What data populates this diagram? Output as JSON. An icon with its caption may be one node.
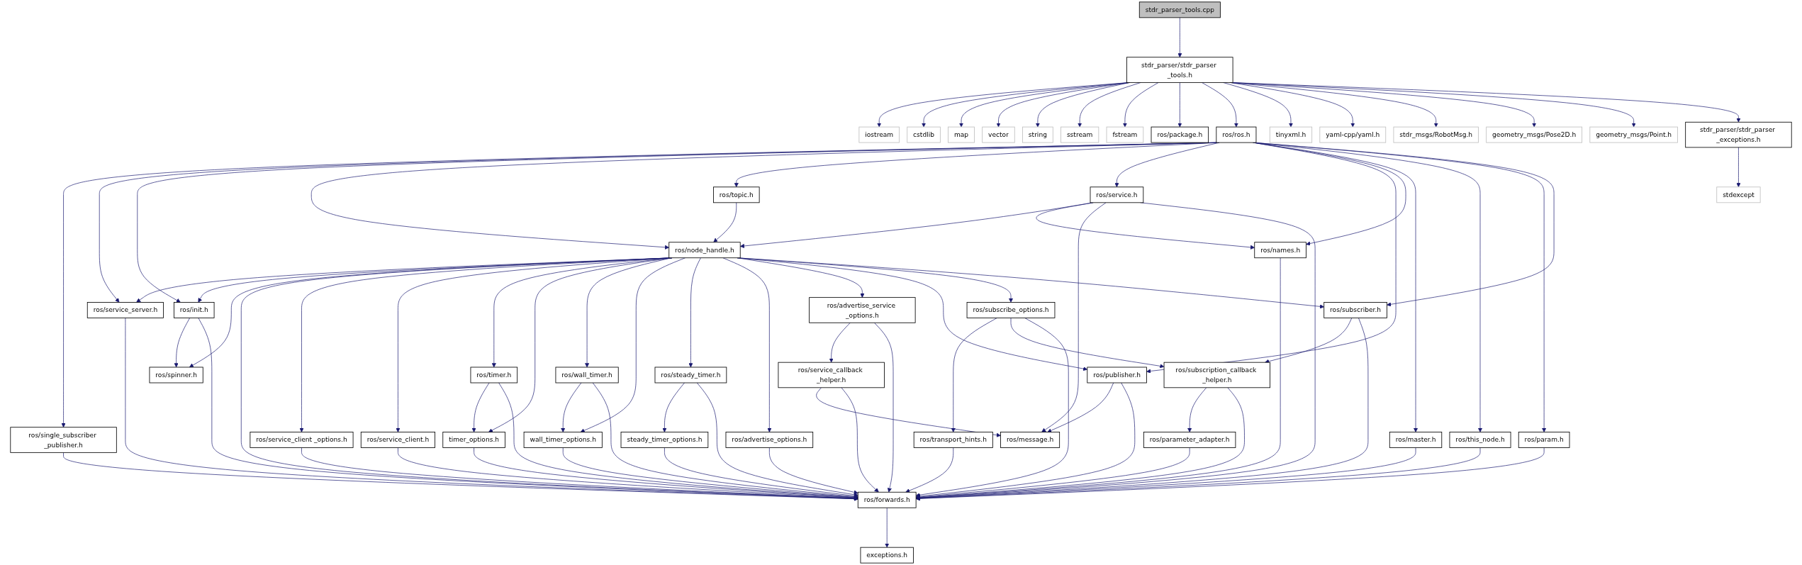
{
  "diagram": {
    "nodes": [
      {
        "text": [
          "stdr_parser_tools.cpp"
        ]
      },
      {
        "text": [
          "stdr_parser/stdr_parser _tools.h"
        ]
      },
      {
        "text": [
          "iostream"
        ]
      },
      {
        "text": [
          "cstdlib"
        ]
      },
      {
        "text": [
          "map"
        ]
      },
      {
        "text": [
          "vector"
        ]
      },
      {
        "text": [
          "string"
        ]
      },
      {
        "text": [
          "sstream"
        ]
      },
      {
        "text": [
          "fstream"
        ]
      },
      {
        "text": [
          "ros/package.h"
        ]
      },
      {
        "text": [
          "ros/ros.h"
        ]
      },
      {
        "text": [
          "tinyxml.h"
        ]
      },
      {
        "text": [
          "yaml-cpp/yaml.h"
        ]
      },
      {
        "text": [
          "stdr_msgs/RobotMsg.h"
        ]
      },
      {
        "text": [
          "geometry_msgs/Pose2D.h"
        ]
      },
      {
        "text": [
          "geometry_msgs/Point.h"
        ]
      },
      {
        "text": [
          "stdr_parser/stdr_parser _exceptions.h"
        ]
      },
      {
        "text": [
          "ros/topic.h"
        ]
      },
      {
        "text": [
          "ros/service.h"
        ]
      },
      {
        "text": [
          "ros/param.h"
        ]
      },
      {
        "text": [
          "stdexcept"
        ]
      },
      {
        "text": [
          "ros/single_subscriber _publisher.h"
        ]
      },
      {
        "text": [
          "ros/node_handle.h"
        ]
      },
      {
        "text": [
          "ros/names.h"
        ]
      },
      {
        "text": [
          "ros/master.h"
        ]
      },
      {
        "text": [
          "ros/this_node.h"
        ]
      },
      {
        "text": [
          "ros/service_server.h"
        ]
      },
      {
        "text": [
          "ros/init.h"
        ]
      },
      {
        "text": [
          "ros/timer.h"
        ]
      },
      {
        "text": [
          "ros/wall_timer.h"
        ]
      },
      {
        "text": [
          "ros/advertise_service _options.h"
        ]
      },
      {
        "text": [
          "ros/subscribe_options.h"
        ]
      },
      {
        "text": [
          "ros/subscriber.h"
        ]
      },
      {
        "text": [
          "ros/spinner.h"
        ]
      },
      {
        "text": [
          "timer_options.h"
        ]
      },
      {
        "text": [
          "wall_timer_options.h"
        ]
      },
      {
        "text": [
          "ros/steady_timer.h"
        ]
      },
      {
        "text": [
          "ros/service_callback _helper.h"
        ]
      },
      {
        "text": [
          "ros/publisher.h"
        ]
      },
      {
        "text": [
          "ros/subscription_callback _helper.h"
        ]
      },
      {
        "text": [
          "ros/service_client _options.h"
        ]
      },
      {
        "text": [
          "ros/service_client.h"
        ]
      },
      {
        "text": [
          "steady_timer_options.h"
        ]
      },
      {
        "text": [
          "ros/advertise_options.h"
        ]
      },
      {
        "text": [
          "ros/message.h"
        ]
      },
      {
        "text": [
          "ros/transport_hints.h"
        ]
      },
      {
        "text": [
          "ros/parameter_adapter.h"
        ]
      },
      {
        "text": [
          "ros/forwards.h"
        ]
      },
      {
        "text": [
          "exceptions.h"
        ]
      }
    ],
    "edges": [
      {
        "from": 0,
        "to": 1,
        "arrow": "to"
      },
      {
        "from": 1,
        "to": 2,
        "arrow": "to"
      },
      {
        "from": 1,
        "to": 3,
        "arrow": "to"
      },
      {
        "from": 1,
        "to": 4,
        "arrow": "to"
      },
      {
        "from": 1,
        "to": 5,
        "arrow": "to"
      },
      {
        "from": 1,
        "to": 6,
        "arrow": "to"
      },
      {
        "from": 1,
        "to": 7,
        "arrow": "to"
      },
      {
        "from": 1,
        "to": 8,
        "arrow": "to"
      },
      {
        "from": 1,
        "to": 9,
        "arrow": "to"
      },
      {
        "from": 1,
        "to": 10,
        "arrow": "to"
      },
      {
        "from": 1,
        "to": 11,
        "arrow": "to"
      },
      {
        "from": 1,
        "to": 12,
        "arrow": "to"
      },
      {
        "from": 1,
        "to": 13,
        "arrow": "to"
      },
      {
        "from": 1,
        "to": 14,
        "arrow": "to"
      },
      {
        "from": 1,
        "to": 15,
        "arrow": "to"
      },
      {
        "from": 1,
        "to": 16,
        "arrow": "to"
      },
      {
        "from": 16,
        "to": 20,
        "arrow": "to"
      },
      {
        "from": 10,
        "to": 21,
        "arrow": "to"
      },
      {
        "from": 10,
        "to": 26,
        "arrow": "to"
      },
      {
        "from": 10,
        "to": 27,
        "arrow": "to"
      },
      {
        "from": 10,
        "to": 22,
        "arrow": "to"
      },
      {
        "from": 10,
        "to": 17,
        "arrow": "to"
      },
      {
        "from": 10,
        "to": 18,
        "arrow": "to"
      },
      {
        "from": 10,
        "to": 38,
        "arrow": "to"
      },
      {
        "from": 10,
        "to": 23,
        "arrow": "to"
      },
      {
        "from": 10,
        "to": 24,
        "arrow": "to"
      },
      {
        "from": 10,
        "to": 25,
        "arrow": "to"
      },
      {
        "from": 10,
        "to": 19,
        "arrow": "to"
      },
      {
        "from": 10,
        "to": 32,
        "arrow": "to"
      },
      {
        "from": 17,
        "to": 22,
        "arrow": "to"
      },
      {
        "from": 18,
        "to": 22,
        "arrow": "to"
      },
      {
        "from": 18,
        "to": 23,
        "arrow": "to"
      },
      {
        "from": 18,
        "to": 44,
        "arrow": "to"
      },
      {
        "from": 18,
        "to": 47,
        "arrow": "to"
      },
      {
        "from": 19,
        "to": 47,
        "arrow": "to"
      },
      {
        "from": 21,
        "to": 47,
        "arrow": "to"
      },
      {
        "from": 22,
        "to": 26,
        "arrow": "to"
      },
      {
        "from": 22,
        "to": 27,
        "arrow": "to"
      },
      {
        "from": 22,
        "to": 33,
        "arrow": "to"
      },
      {
        "from": 22,
        "to": 47,
        "arrow": "to"
      },
      {
        "from": 22,
        "to": 40,
        "arrow": "to"
      },
      {
        "from": 22,
        "to": 41,
        "arrow": "to"
      },
      {
        "from": 22,
        "to": 28,
        "arrow": "to"
      },
      {
        "from": 22,
        "to": 34,
        "arrow": "to"
      },
      {
        "from": 22,
        "to": 29,
        "arrow": "to"
      },
      {
        "from": 22,
        "to": 35,
        "arrow": "to"
      },
      {
        "from": 22,
        "to": 36,
        "arrow": "to"
      },
      {
        "from": 22,
        "to": 43,
        "arrow": "to"
      },
      {
        "from": 22,
        "to": 30,
        "arrow": "to"
      },
      {
        "from": 22,
        "to": 38,
        "arrow": "to"
      },
      {
        "from": 22,
        "to": 31,
        "arrow": "to"
      },
      {
        "from": 22,
        "to": 32,
        "arrow": "to"
      },
      {
        "from": 23,
        "to": 47,
        "arrow": "to"
      },
      {
        "from": 24,
        "to": 47,
        "arrow": "to"
      },
      {
        "from": 25,
        "to": 47,
        "arrow": "to"
      },
      {
        "from": 26,
        "to": 47,
        "arrow": "to"
      },
      {
        "from": 27,
        "to": 33,
        "arrow": "to"
      },
      {
        "from": 27,
        "to": 47,
        "arrow": "to"
      },
      {
        "from": 28,
        "to": 34,
        "arrow": "to"
      },
      {
        "from": 28,
        "to": 47,
        "arrow": "to"
      },
      {
        "from": 29,
        "to": 35,
        "arrow": "to"
      },
      {
        "from": 29,
        "to": 47,
        "arrow": "to"
      },
      {
        "from": 30,
        "to": 37,
        "arrow": "to"
      },
      {
        "from": 30,
        "to": 47,
        "arrow": "to"
      },
      {
        "from": 31,
        "to": 45,
        "arrow": "to"
      },
      {
        "from": 31,
        "to": 39,
        "arrow": "to"
      },
      {
        "from": 31,
        "to": 47,
        "arrow": "to"
      },
      {
        "from": 32,
        "to": 39,
        "arrow": "to"
      },
      {
        "from": 32,
        "to": 47,
        "arrow": "to"
      },
      {
        "from": 34,
        "to": 47,
        "arrow": "to"
      },
      {
        "from": 35,
        "to": 47,
        "arrow": "to"
      },
      {
        "from": 36,
        "to": 42,
        "arrow": "to"
      },
      {
        "from": 36,
        "to": 47,
        "arrow": "to"
      },
      {
        "from": 37,
        "to": 44,
        "arrow": "to"
      },
      {
        "from": 37,
        "to": 47,
        "arrow": "to"
      },
      {
        "from": 38,
        "to": 44,
        "arrow": "to"
      },
      {
        "from": 38,
        "to": 47,
        "arrow": "to"
      },
      {
        "from": 39,
        "to": 46,
        "arrow": "to"
      },
      {
        "from": 39,
        "to": 47,
        "arrow": "to"
      },
      {
        "from": 40,
        "to": 47,
        "arrow": "to"
      },
      {
        "from": 41,
        "to": 47,
        "arrow": "to"
      },
      {
        "from": 42,
        "to": 47,
        "arrow": "to"
      },
      {
        "from": 43,
        "to": 47,
        "arrow": "to"
      },
      {
        "from": 45,
        "to": 47,
        "arrow": "to"
      },
      {
        "from": 46,
        "to": 47,
        "arrow": "to"
      },
      {
        "from": 47,
        "to": 48,
        "arrow": "to"
      }
    ]
  }
}
